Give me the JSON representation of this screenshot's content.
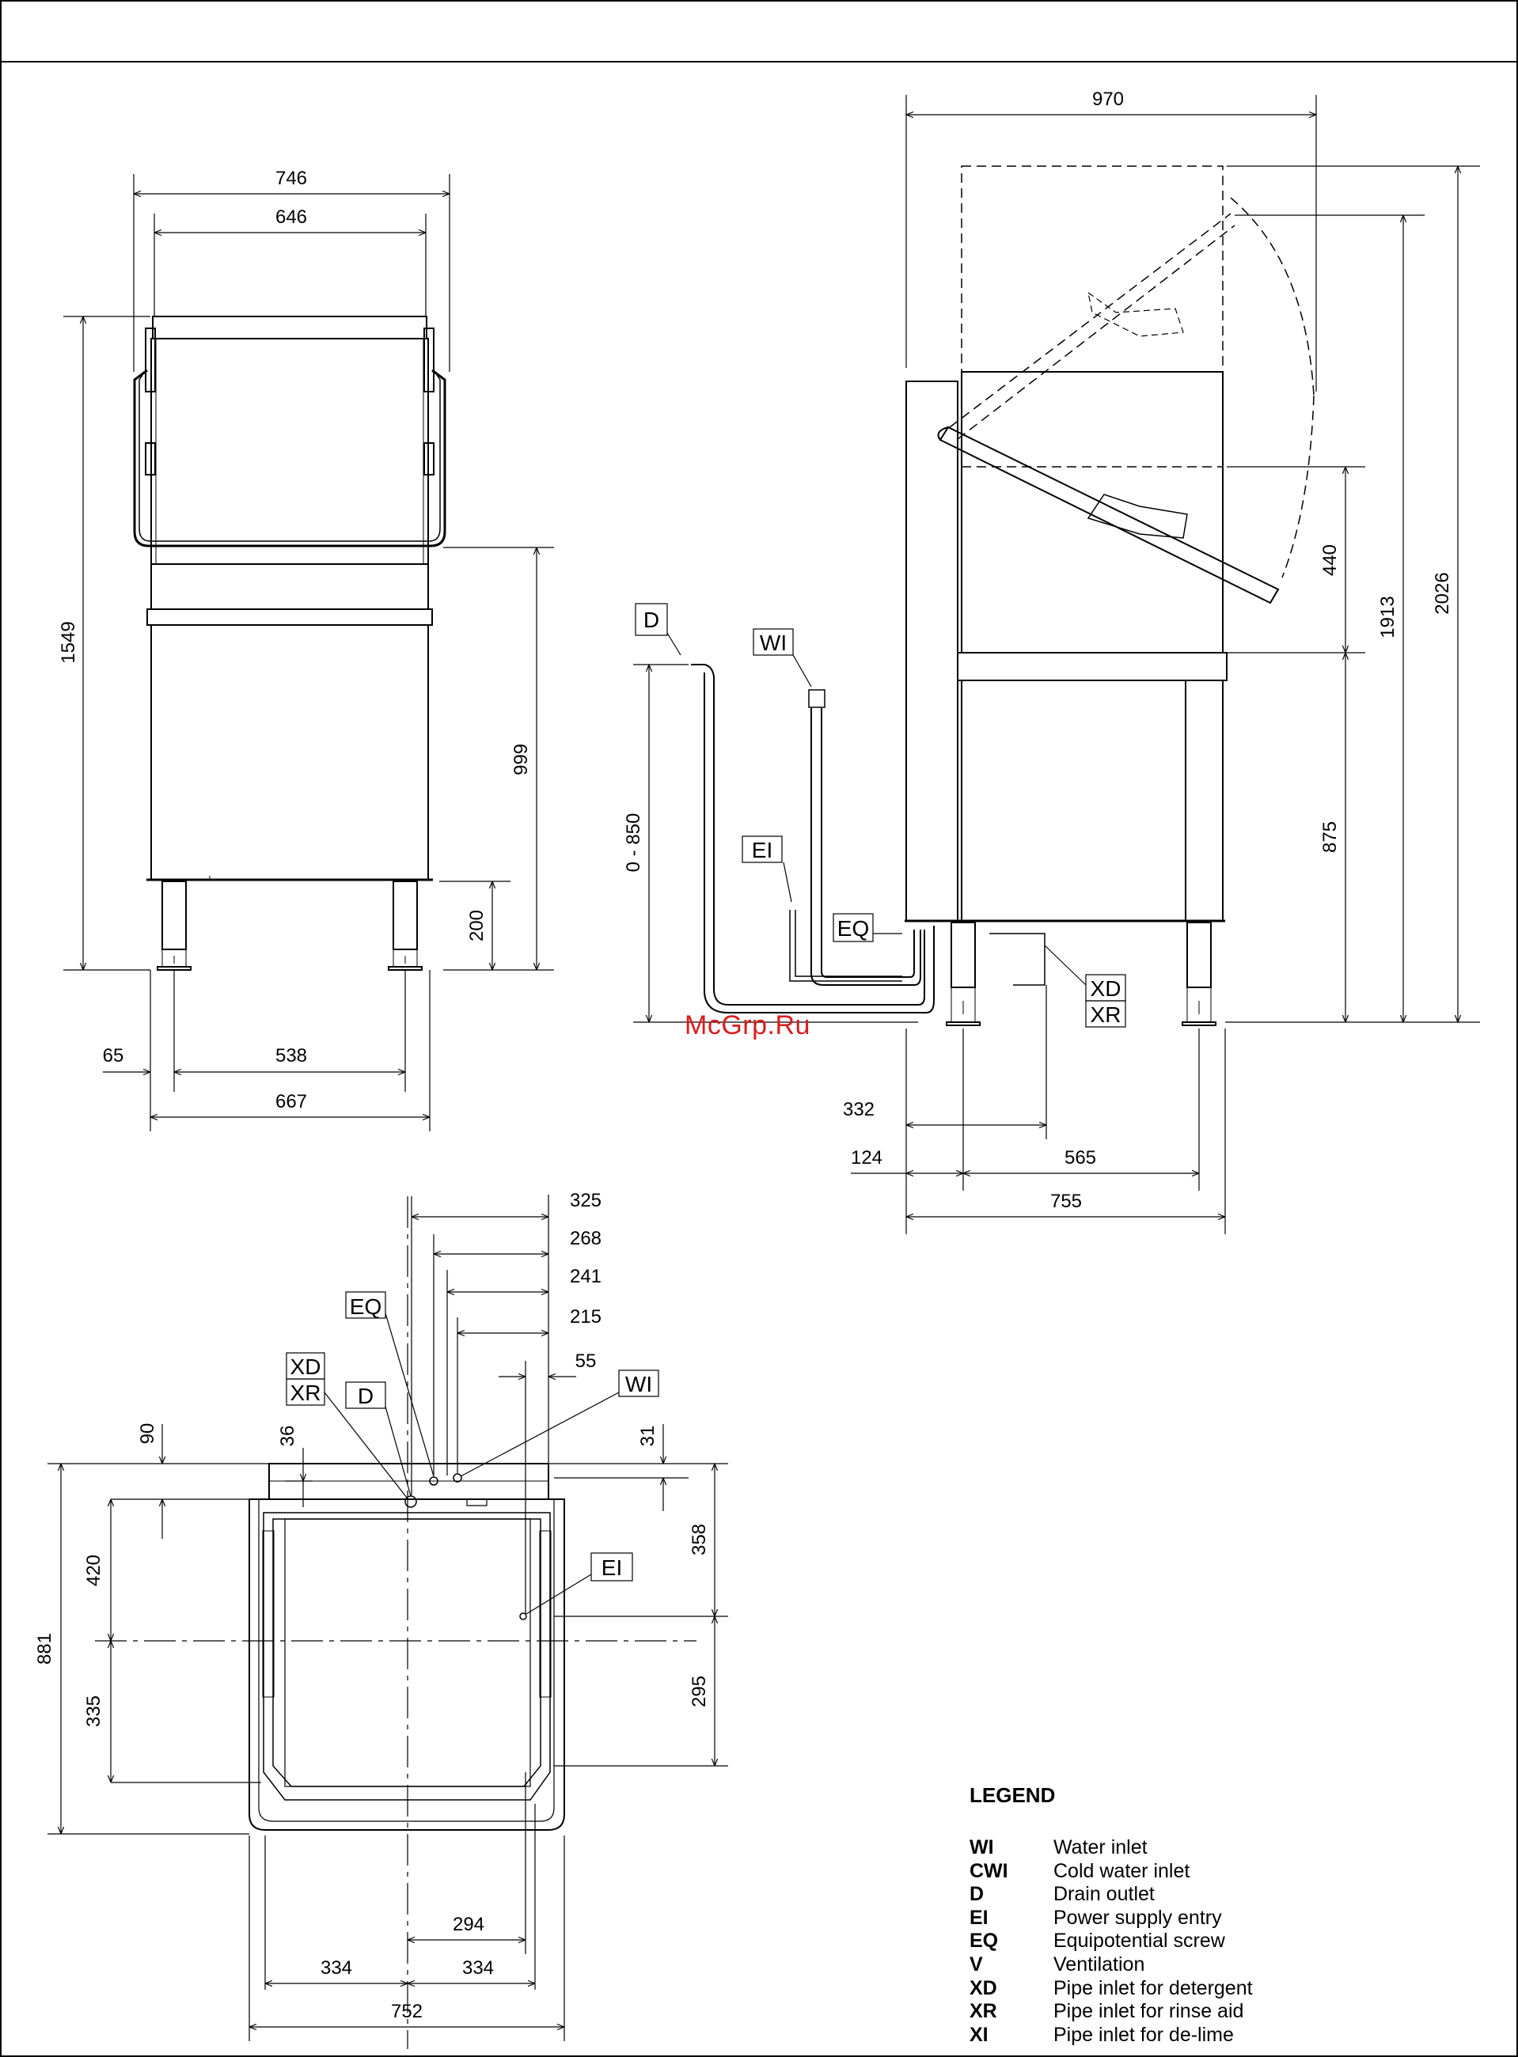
{
  "legend": {
    "title": "LEGEND",
    "items": [
      {
        "code": "WI",
        "label": "Water inlet"
      },
      {
        "code": "CWI",
        "label": "Cold water inlet"
      },
      {
        "code": "D",
        "label": "Drain outlet"
      },
      {
        "code": "EI",
        "label": "Power supply entry"
      },
      {
        "code": "EQ",
        "label": "Equipotential screw"
      },
      {
        "code": "V",
        "label": "Ventilation"
      },
      {
        "code": "XD",
        "label": "Pipe inlet for detergent"
      },
      {
        "code": "XR",
        "label": "Pipe inlet for rinse aid"
      },
      {
        "code": "XI",
        "label": "Pipe inlet for de-lime"
      }
    ]
  },
  "watermark": "McGrp.Ru",
  "front_view": {
    "width_total": "746",
    "width_inner": "646",
    "height_total": "1549",
    "height_table": "999",
    "leg_height": "200",
    "offset_left": "65",
    "leg_spacing": "538",
    "base_width": "667"
  },
  "side_view": {
    "depth_open": "970",
    "height_open": "2026",
    "height_closed": "1913",
    "hood_lift": "440",
    "table_height": "875",
    "drain_height": "0 - 850",
    "rear_offset": "332",
    "front_offset": "124",
    "leg_spacing": "565",
    "depth": "755",
    "labels": {
      "drain": "D",
      "water_inlet": "WI",
      "power_entry": "EI",
      "equipotential": "EQ",
      "detergent": "XD",
      "rinse_aid": "XR"
    }
  },
  "plan_view": {
    "dims_top": [
      "325",
      "268",
      "241",
      "215",
      "55"
    ],
    "dim_90": "90",
    "dim_36": "36",
    "dim_31": "31",
    "dim_881": "881",
    "dim_420": "420",
    "dim_335": "335",
    "dim_358": "358",
    "dim_295": "295",
    "dim_294": "294",
    "dim_334_left": "334",
    "dim_334_right": "334",
    "dim_752": "752",
    "labels": {
      "equipotential": "EQ",
      "detergent": "XD",
      "rinse_aid": "XR",
      "drain": "D",
      "water_inlet": "WI",
      "power_entry": "EI"
    }
  }
}
